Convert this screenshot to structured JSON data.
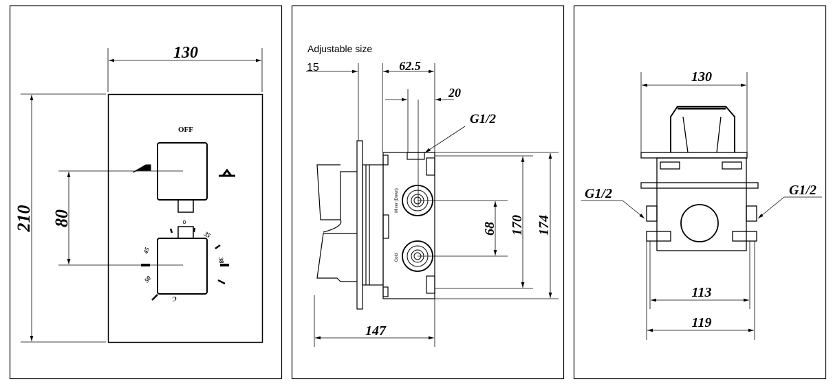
{
  "front_view": {
    "width_label": "130",
    "height_label": "210",
    "spacing_label": "80",
    "off_label": "OFF",
    "dial_marks": [
      "35",
      "38",
      "45",
      "50",
      "C"
    ]
  },
  "side_view": {
    "adjustable_label": "Adjustable size",
    "adjust_min_label": "15",
    "adjust_range_label": "62.5",
    "offset_label": "20",
    "thread_label": "G1/2",
    "port_spacing_label": "68",
    "inner_height_label": "170",
    "outer_height_label": "174",
    "depth_label": "147",
    "port_labels": [
      "Mixer (Down)",
      "Cold"
    ]
  },
  "top_view": {
    "width_label": "130",
    "inner_width_label": "113",
    "outer_width_label": "119",
    "thread_left_label": "G1/2",
    "thread_right_label": "G1/2"
  }
}
